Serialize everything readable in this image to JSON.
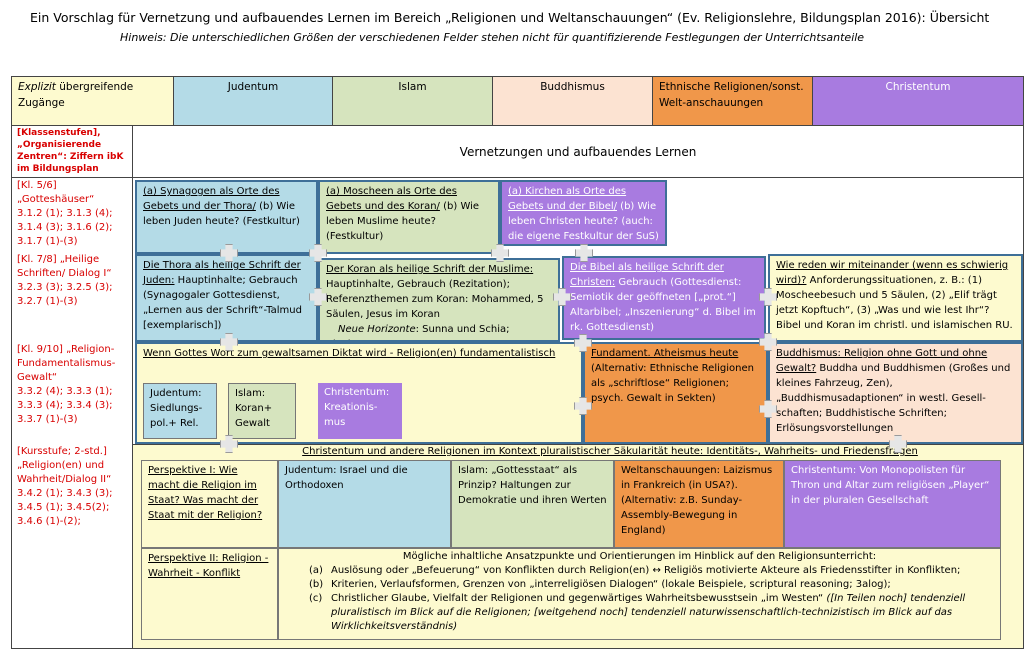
{
  "title": "Ein Vorschlag für Vernetzung und aufbauendes Lernen im Bereich „Religionen und Weltanschauungen“ (Ev. Religionslehre, Bildungsplan 2016): Übersicht",
  "subtitle": "Hinweis: Die unterschiedlichen Größen der verschiedenen Felder stehen nicht für quantifizierende Festlegungen der Unterrichtsanteile",
  "header": {
    "zugaenge_italic": "Explizit",
    "zugaenge_rest": " übergreifende Zugänge",
    "judentum": "Judentum",
    "islam": "Islam",
    "buddhismus": "Buddhismus",
    "ethnische": "Ethnische Religionen/sonst. Welt-anschauungen",
    "christentum": "Christentum"
  },
  "left": {
    "klassenstufen": "[Klassenstufen], „Organisierende Zentren“: Ziffern ibK im Bildungsplan",
    "k56_title": "[Kl. 5/6] „Gotteshäuser“",
    "k56_refs": "3.1.2 (1); 3.1.3 (4); 3.1.4 (3); 3.1.6 (2); 3.1.7 (1)-(3)",
    "k78_title": "[Kl. 7/8] „Heilige Schriften/ Dialog I“",
    "k78_refs": "3.2.3 (3); 3.2.5 (3); 3.2.7 (1)-(3)",
    "k910_title": "[Kl. 9/10] „Religion-Fundamentalismus-Gewalt“",
    "k910_refs": "3.3.2 (4); 3.3.3 (1); 3.3.3 (4); 3.3.4 (3); 3.3.7 (1)-(3)",
    "kurs_title": "[Kursstufe; 2-std.] „Religion(en) und Wahrheit/Dialog II“",
    "kurs_refs": "3.4.2 (1); 3.4.3 (3); 3.4.5 (1); 3.4.5(2); 3.4.6 (1)-(2);"
  },
  "vernetzung": "Vernetzungen und aufbauendes Lernen",
  "k56": {
    "jud_u": "(a) Synagogen als Orte des Gebets und der Thora/",
    "jud_rest": " (b) Wie leben Juden heute? (Festkultur)",
    "isl_u": "(a) Moscheen als Orte des Gebets und des Koran/",
    "isl_rest": " (b) Wie leben Muslime heute? (Festkultur)",
    "chr_u": "(a) Kirchen als Orte des Gebets und der Bibel/",
    "chr_rest": " (b) Wie leben Christen heute? (auch: die eigene Festkultur der SuS)"
  },
  "k78": {
    "jud_u": "Die Thora als heilige Schrift der Juden:",
    "jud_rest": " Hauptinhalte; Gebrauch (Synagogaler Gottesdienst, „Lernen aus der Schrift“-Talmud [exemplarisch])",
    "isl_u": "Der Koran als heilige Schrift der Muslime:",
    "isl_rest": " Hauptinhalte, Gebrauch (Rezitation); Referenzthemen zum Koran:",
    "isl_rest2": " Mohammed, 5 Säulen, Jesus im Koran",
    "isl_italic": "Neue Horizonte",
    "isl_end": ": Sunna und Schia; Aleviten",
    "chr_u": "Die Bibel als heilige Schrift der Christen:",
    "chr_rest": " Gebrauch (Gottesdienst: Semiotik der geöffneten [„prot.“] Altarbibel; „Inszenierung“ d. Bibel im rk. Gottesdienst)",
    "dialog_u": "Wie reden wir miteinander (wenn es schwierig wird)?",
    "dialog_rest": " Anforderungssituationen, z. B.: (1) Moscheebesuch und 5 Säulen, (2) „Elif trägt jetzt Kopftuch“, (3) „Was und wie lest Ihr“? Bibel und Koran im christl. und islamischen RU."
  },
  "k910": {
    "main_u": "Wenn Gottes Wort zum gewaltsamen Diktat wird - Religion(en) fundamentalistisch",
    "jud": "Judentum: Siedlungs-pol.+ Rel.",
    "isl": "Islam: Koran+ Gewalt",
    "chr": "Christentum: Kreationis-mus",
    "ath_u": "Fundament. Atheismus heute",
    "ath_rest": " (Alternativ: Ethnische Religionen als „schriftlose“ Religionen; psych. Gewalt in Sekten)",
    "bud_u": "Buddhismus: Religion ohne Gott und ohne Gewalt?",
    "bud_rest": " Buddha und Buddhismen (Großes und kleines Fahrzeug, Zen), „Buddhismusadaptionen“ in westl. Gesell-schaften; Buddhistische Schriften; Erlösungsvorstellungen"
  },
  "kurs": {
    "banner": "Christentum und andere Religionen im Kontext pluralistischer Säkularität heute: Identitäts-, Wahrheits- und Friedensfragen",
    "p1_u": "Perspektive I: Wie macht die Religion im Staat? Was macht der Staat mit der Religion?",
    "jud": "Judentum: Israel und die Orthodoxen",
    "isl": "Islam: „Gottesstaat“ als Prinzip? Haltungen zur Demokratie und ihren Werten",
    "welt": "Weltanschauungen: Laizismus in Frankreich (in USA?). (Alternativ: z.B. Sunday-Assembly-Bewegung in England)",
    "chr": "Christentum: Von Monopolisten für Thron und Altar zum religiösen „Player“ in der pluralen Gesellschaft",
    "p2_u": "Perspektive II: Religion - Wahrheit - Konflikt",
    "p2_intro": "Mögliche inhaltliche Ansatzpunkte und Orientierungen im Hinblick auf den Religionsunterricht:",
    "a_k": "(a)",
    "a_v": "Auslösung oder „Befeuerung“ von Konflikten durch Religion(en) ↔ Religiös motivierte Akteure als Friedensstifter in Konflikten;",
    "b_k": "(b)",
    "b_v": "Kriterien, Verlaufsformen, Grenzen von „interreligiösen Dialogen“ (lokale Beispiele, scriptural reasoning; 3alog);",
    "c_k": "(c)",
    "c_v": "Christlicher Glaube, Vielfalt der Religionen und gegenwärtiges Wahrheitsbewusstsein „im Westen“",
    "c_it": " ([In Teilen noch] tendenziell pluralistisch im Blick auf die Religionen; [weitgehend noch] tendenziell naturwissenschaftlich-technizistisch im Blick auf das Wirklichkeitsverständnis)"
  },
  "colors": {
    "yellow": "#fdfacf",
    "blue": "#b4dbe7",
    "green": "#d6e4be",
    "peach": "#fce3d2",
    "orange": "#f0974a",
    "purple": "#a87be0",
    "red_text": "#d80000"
  },
  "icons": [
    "puzzle-connector-icon"
  ]
}
